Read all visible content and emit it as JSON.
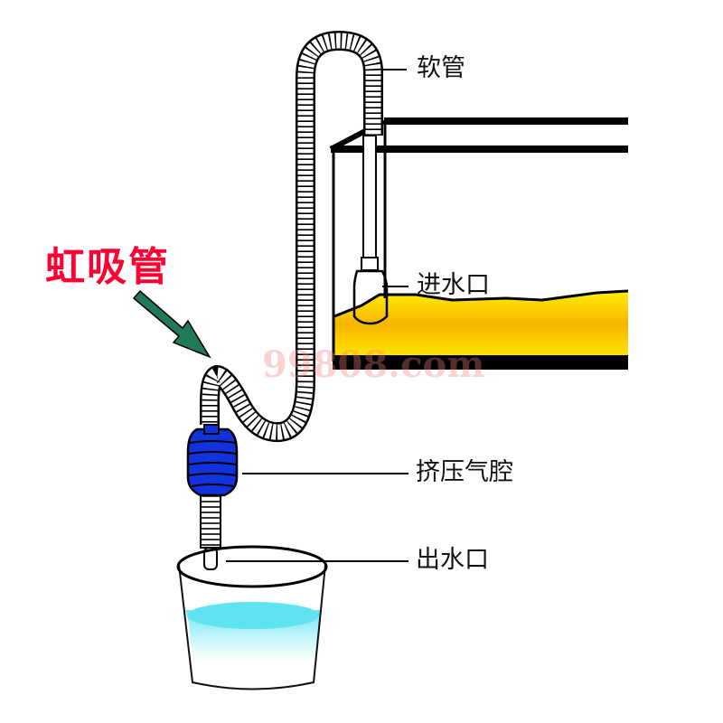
{
  "title": {
    "text": "虹吸管",
    "color": "#ff0033"
  },
  "labels": {
    "hose": "软管",
    "inlet": "进水口",
    "bulb": "挤压气腔",
    "outlet": "出水口"
  },
  "watermark": {
    "text": "99808.com",
    "color": "#f08080"
  },
  "colors": {
    "arrow": "#1f7a55",
    "bulb": "#1133dd",
    "gravel": "#ffd400",
    "water": "#66e0ee",
    "line": "#000000"
  }
}
